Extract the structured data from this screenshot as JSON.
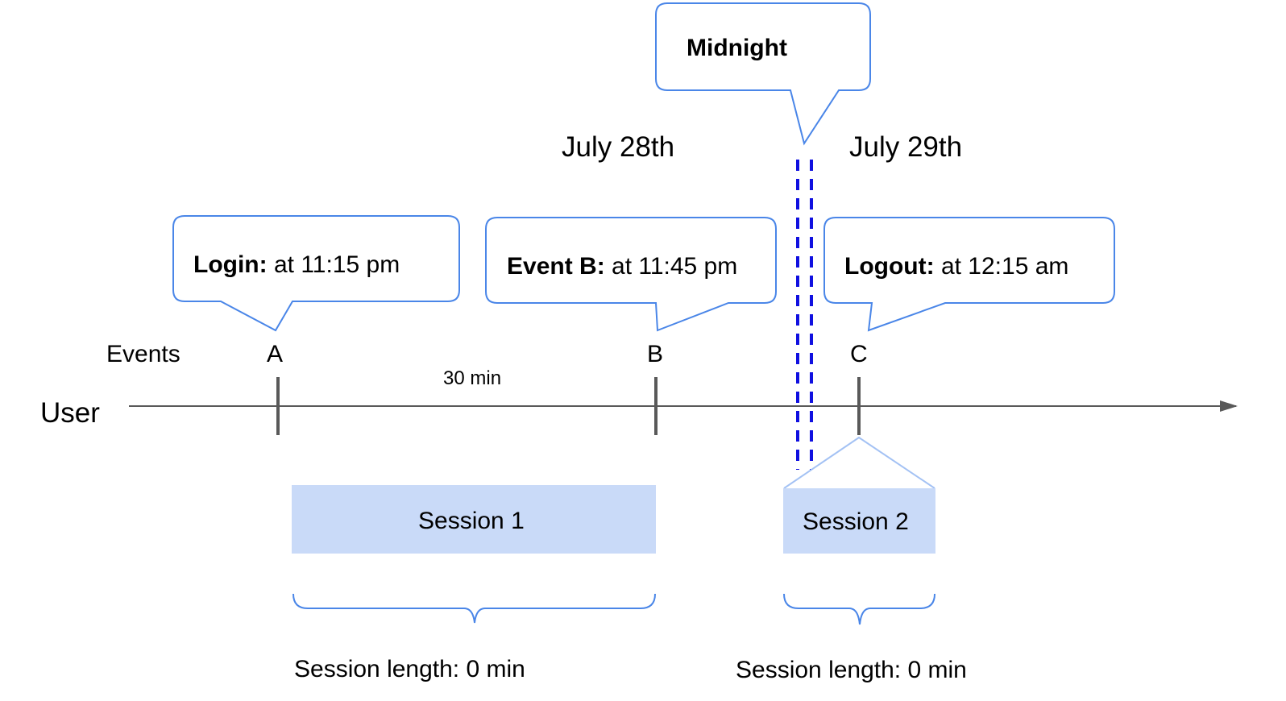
{
  "colors": {
    "callout_border": "#4a86e8",
    "midnight_line": "#1010e0",
    "axis": "#595959",
    "session_fill": "#c9daf8",
    "session_connector": "#a4c2f4",
    "brace": "#4a86e8"
  },
  "dates": {
    "day1": "July 28th",
    "day2": "July 29th"
  },
  "midnight": {
    "label": "Midnight"
  },
  "callouts": [
    {
      "name": "Login:",
      "time": " at 11:15 pm"
    },
    {
      "name": "Event B:",
      "time": " at 11:45 pm"
    },
    {
      "name": "Logout:",
      "time": " at 12:15 am"
    }
  ],
  "timeline": {
    "events_label": "Events",
    "user_label": "User",
    "interval_label": "30 min",
    "events": [
      "A",
      "B",
      "C"
    ]
  },
  "sessions": [
    {
      "label": "Session 1",
      "length": "Session length: 0 min"
    },
    {
      "label": "Session 2",
      "length": "Session length: 0 min"
    }
  ]
}
